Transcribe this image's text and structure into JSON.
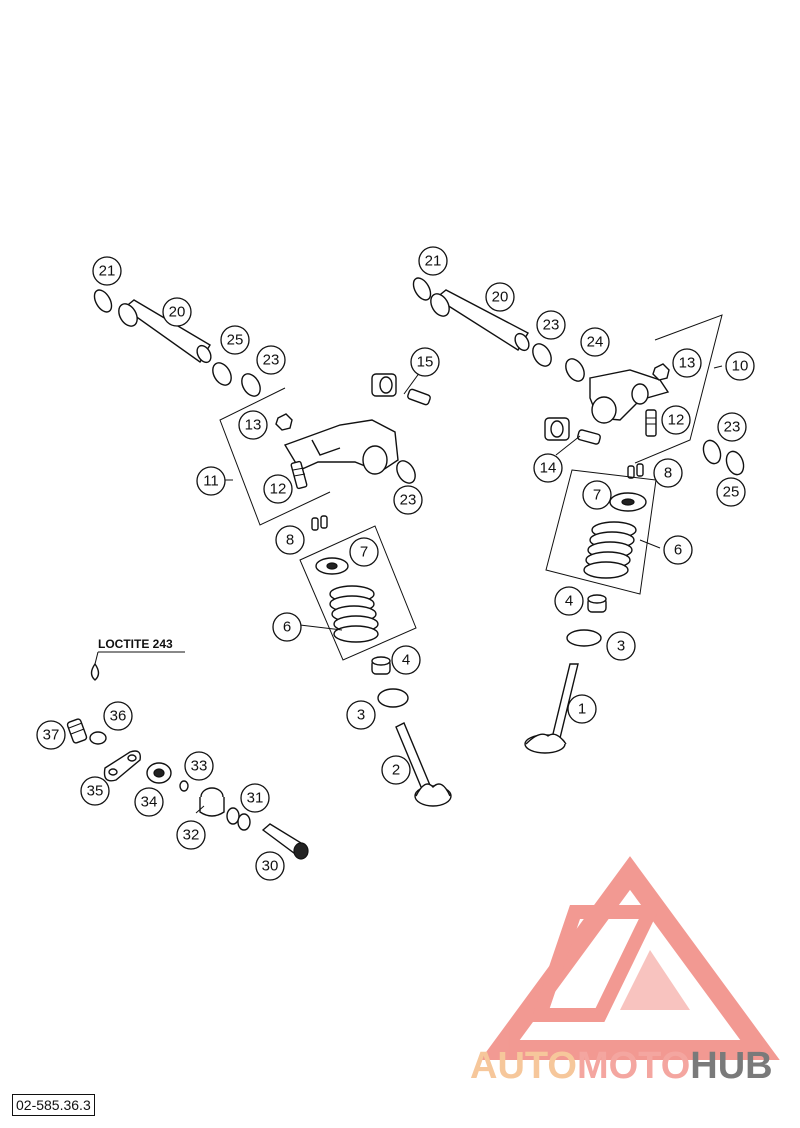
{
  "diagram_code": "02-585.36.3",
  "loctite_label": "LOCTITE 243",
  "watermark": {
    "part1": "AUTO",
    "part2": "MOTO",
    "part3": "HUB",
    "colors": {
      "auto": "#f6c79b",
      "moto": "#f4a6a0",
      "hub": "#7a7a7a",
      "logo": "#f08880"
    }
  },
  "callouts": {
    "L21": "21",
    "L20": "20",
    "L25": "25",
    "L23a": "23",
    "L13": "13",
    "L11": "11",
    "L12": "12",
    "L23b": "23",
    "L15": "15",
    "L8": "8",
    "L7": "7",
    "L6": "6",
    "L4": "4",
    "L3": "3",
    "L2": "2",
    "R21": "21",
    "R20": "20",
    "R23a": "23",
    "R24": "24",
    "R13": "13",
    "R10": "10",
    "R12": "12",
    "R14": "14",
    "R23b": "23",
    "R25": "25",
    "R8": "8",
    "R7": "7",
    "R6": "6",
    "R4": "4",
    "R3": "3",
    "R1": "1",
    "B37": "37",
    "B36": "36",
    "B35": "35",
    "B34": "34",
    "B33": "33",
    "B32": "32",
    "B31": "31",
    "B30": "30"
  }
}
